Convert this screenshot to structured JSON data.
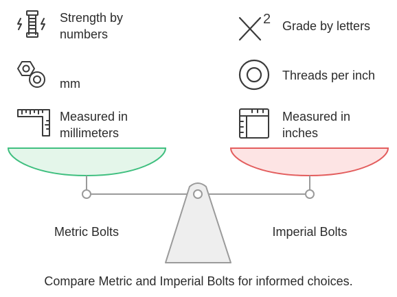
{
  "metric": {
    "label": "Metric Bolts",
    "accent": "#3fbf7f",
    "pan_fill": "#e4f6ea",
    "features": [
      {
        "text": "Strength by numbers",
        "icon": "bolt-strength-icon"
      },
      {
        "text": "mm",
        "icon": "nut-washer-icon"
      },
      {
        "text": "Measured in millimeters",
        "icon": "ruler-icon"
      }
    ]
  },
  "imperial": {
    "label": "Imperial Bolts",
    "accent": "#e35d5d",
    "pan_fill": "#fde4e4",
    "features": [
      {
        "text": "Grade by letters",
        "icon": "x-squared-icon"
      },
      {
        "text": "Threads per inch",
        "icon": "washer-ring-icon"
      },
      {
        "text": "Measured in inches",
        "icon": "triangle-ruler-icon"
      }
    ]
  },
  "caption": "Compare Metric and Imperial Bolts for informed choices.",
  "colors": {
    "text": "#2b2b2b",
    "icon_stroke": "#3a3a3a",
    "beam": "#9a9a9a",
    "pivot_fill": "#eeeeee"
  }
}
